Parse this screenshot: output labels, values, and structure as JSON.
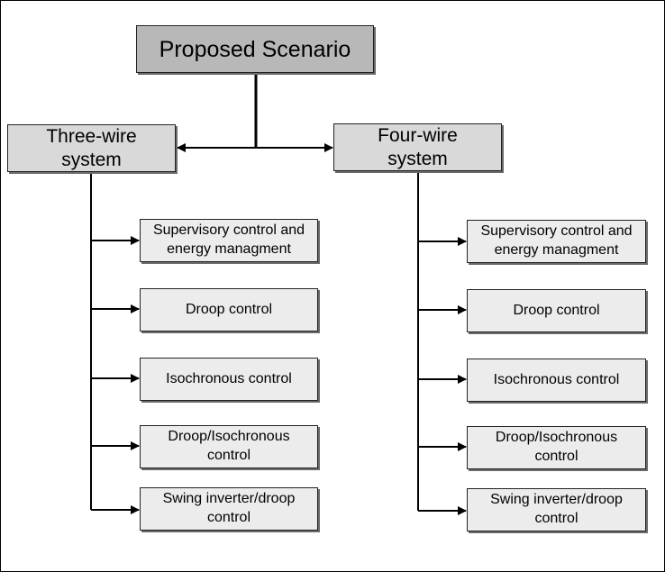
{
  "diagram": {
    "root": {
      "label": "Proposed Scenario"
    },
    "branches": [
      {
        "label": "Three-wire\nsystem",
        "children": [
          "Supervisory control and\nenergy managment",
          "Droop control",
          "Isochronous control",
          "Droop/Isochronous\ncontrol",
          "Swing inverter/droop\ncontrol"
        ]
      },
      {
        "label": "Four-wire\nsystem",
        "children": [
          "Supervisory control and\nenergy managment",
          "Droop control",
          "Isochronous control",
          "Droop/Isochronous\ncontrol",
          "Swing inverter/droop\ncontrol"
        ]
      }
    ]
  }
}
